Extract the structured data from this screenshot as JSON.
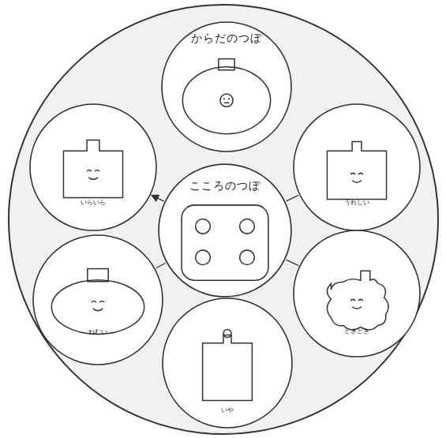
{
  "diagram": {
    "nodes": [
      {
        "text": [
          "からだのつぼ"
        ]
      },
      {
        "text": [
          "いらいら"
        ]
      },
      {
        "text": [
          "うれしい"
        ]
      },
      {
        "text": [
          "こころのつぼ"
        ]
      },
      {
        "text": [
          "ねむい"
        ]
      },
      {
        "text": [
          "どきどき"
        ]
      },
      {
        "text": [
          "いや"
        ]
      }
    ],
    "edges": [
      {
        "from": 3,
        "to": 1,
        "arrow": "to"
      },
      {
        "from": 3,
        "to": 2,
        "arrow": "none"
      },
      {
        "from": 3,
        "to": 4,
        "arrow": "none"
      },
      {
        "from": 3,
        "to": 5,
        "arrow": "none"
      }
    ]
  }
}
